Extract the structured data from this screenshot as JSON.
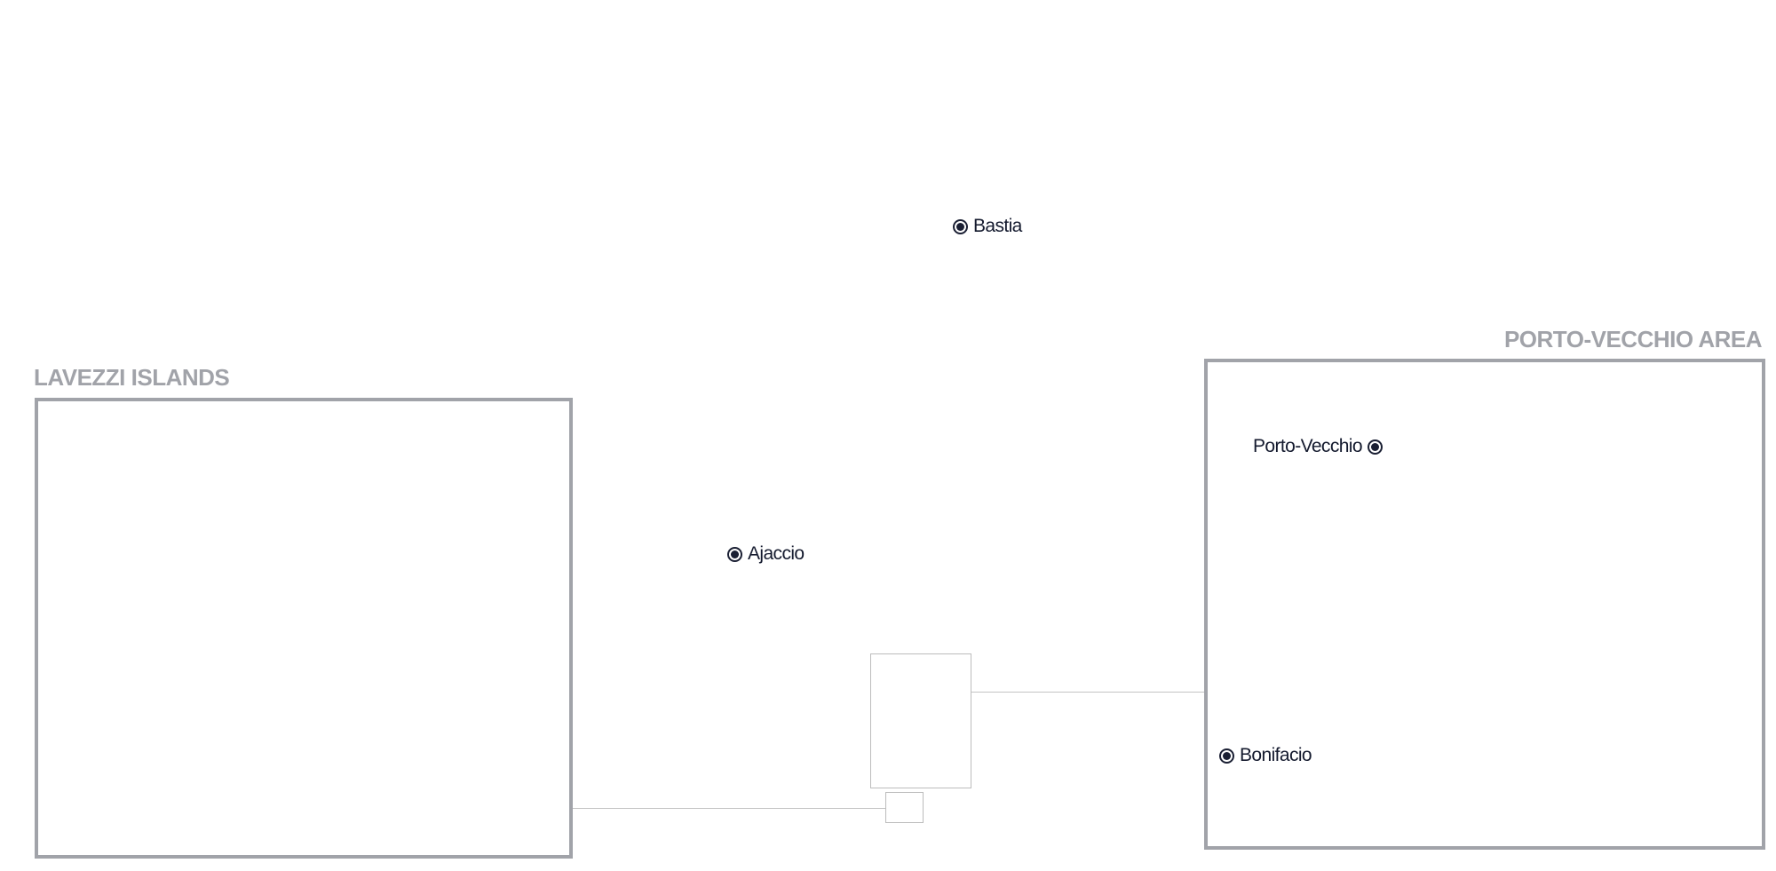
{
  "map": {
    "colors": {
      "inset_frame": "#a1a3a9",
      "inset_title": "#a1a3a9",
      "locator_box": "#bcbcbc",
      "leader_line": "#c4c4c4",
      "city_marker": "#1a1f33",
      "city_label": "#141a2e",
      "background": "#ffffff"
    },
    "insets": {
      "lavezzi": {
        "title": "LAVEZZI ISLANDS"
      },
      "porto_vecchio": {
        "title": "PORTO-VECCHIO AREA"
      }
    },
    "cities": {
      "bastia": {
        "name": "Bastia",
        "marker_icon": "city-dot-icon"
      },
      "ajaccio": {
        "name": "Ajaccio",
        "marker_icon": "city-dot-icon"
      },
      "porto_vecchio": {
        "name": "Porto-Vecchio",
        "marker_icon": "city-dot-icon"
      },
      "bonifacio": {
        "name": "Bonifacio",
        "marker_icon": "city-dot-icon"
      }
    }
  }
}
